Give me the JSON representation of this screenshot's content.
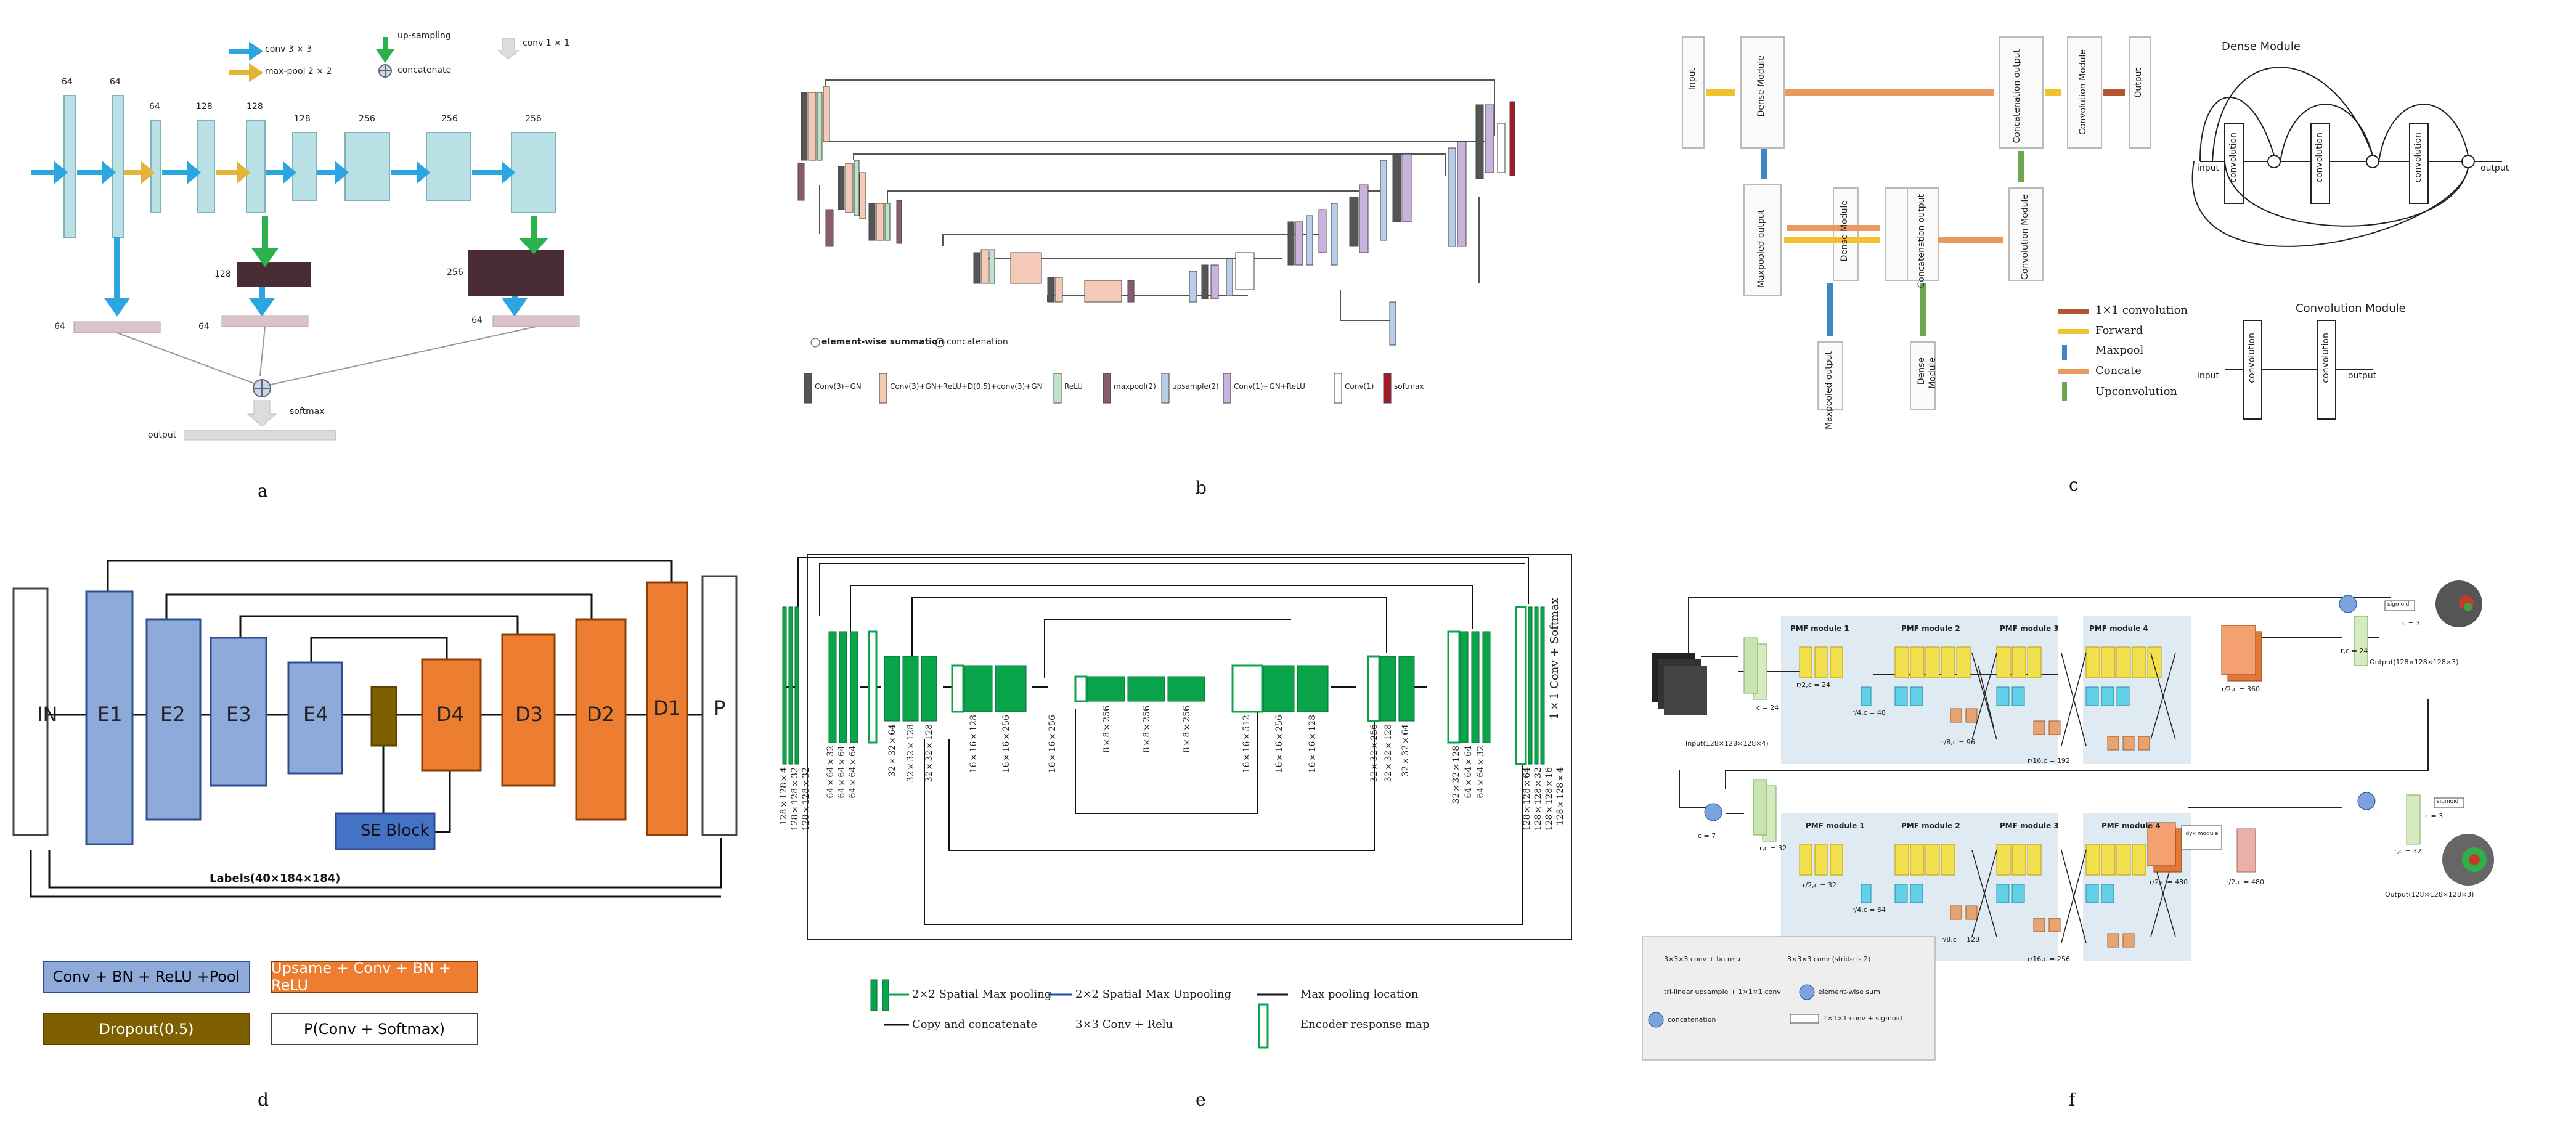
{
  "captions": [
    "a",
    "b",
    "c",
    "d",
    "e",
    "f"
  ],
  "panel_a": {
    "legend": {
      "conv": "conv 3 × 3",
      "maxpool": "max-pool 2 × 2",
      "upsample": "up-sampling",
      "concat": "concatenate",
      "conv1": "conv 1 × 1"
    },
    "channels": [
      "64",
      "64",
      "64",
      "128",
      "128",
      "128",
      "256",
      "256",
      "256"
    ],
    "side_labels": {
      "mid_left": "128",
      "mid_right": "256",
      "b1": "64",
      "b2": "64",
      "b3": "64"
    },
    "softmax": "softmax",
    "output": "output",
    "colors": {
      "block": "#b9e0e4",
      "conv_arrow": "#2ca6e0",
      "pool_arrow": "#e2b43a",
      "up_arrow": "#2bb24c",
      "dark": "#4a2c36",
      "pink": "#d9c2c9"
    }
  },
  "panel_b": {
    "legend_top": {
      "sum": "element-wise summation",
      "cat": "concatenation"
    },
    "legend_bottom": [
      "Conv(3)+GN",
      "Conv(3)+GN+ReLU+D(0.5)+conv(3)+GN",
      "ReLU",
      "maxpool(2)",
      "upsample(2)",
      "Conv(1)+GN+ReLU",
      "Conv(1)",
      "softmax"
    ],
    "legend_colors": [
      "#555555",
      "#f4c9b5",
      "#bfe3c7",
      "#8a5a6e",
      "#b9cde8",
      "#c9b3de",
      "#ffffff",
      "#a31b2b"
    ]
  },
  "panel_c": {
    "boxes": {
      "input": "Input",
      "dense1": "Dense Module",
      "concat_top": "Concatenation output",
      "conv_top": "Convolution Module",
      "output": "Output",
      "maxpool_out": "Maxpooled output",
      "dense2": "Dense Module",
      "concat_mid": "Concatenation output",
      "conv_mid": "Convolution Module",
      "maxpool_out2": "Maxpooled output",
      "dense_small": "Dense",
      "module_small": "Module"
    },
    "dense_title": "Dense Module",
    "dense_input": "input",
    "dense_output": "output",
    "convolution": "convolution",
    "conv_title": "Convolution Module",
    "conv_input": "input",
    "conv_output": "output",
    "legend": [
      "1×1 convolution",
      "Forward",
      "Maxpool",
      "Concate",
      "Upconvolution"
    ],
    "legend_colors": [
      "#b5552e",
      "#f2c12e",
      "#3f86c8",
      "#e99a5e",
      "#6aa84f"
    ]
  },
  "panel_d": {
    "blocks": [
      "IN",
      "E1",
      "E2",
      "E3",
      "E4",
      "D4",
      "D3",
      "D2",
      "D1",
      "P"
    ],
    "se": "SE Block",
    "labels": "Labels(40×184×184)",
    "legend": [
      "Conv + BN + ReLU +Pool",
      "Upsame + Conv + BN + ReLU",
      "Dropout(0.5)",
      "P(Conv + Softmax)"
    ],
    "colors": {
      "enc": "#8eaadb",
      "dec": "#ed7d31",
      "drop": "#7f6000",
      "se": "#4472c4"
    }
  },
  "panel_e": {
    "dims": [
      "128×128×4",
      "128×128×32",
      "128×128×32",
      "64×64×32",
      "64×64×64",
      "64×64×64",
      "32×32×64",
      "32×32×128",
      "32×32×128",
      "16×16×128",
      "16×16×256",
      "16×16×256",
      "8×8×256",
      "8×8×256",
      "8×8×256",
      "16×16×512",
      "16×16×256",
      "16×16×128",
      "32×32×256",
      "32×32×128",
      "32×32×64",
      "32×32×128",
      "64×64×64",
      "64×64×32",
      "128×128×64",
      "128×128×32",
      "128×128×16",
      "128×128×4"
    ],
    "final": "1×1 Conv + Softmax",
    "legend": [
      "2×2 Spatial Max pooling",
      "2×2 Spatial Max Unpooling",
      "Max pooling location",
      "Copy and concatenate",
      "3×3 Conv + Relu",
      "Encoder response map"
    ],
    "color": "#0aa54a"
  },
  "panel_f": {
    "pmf_top": [
      "PMF module 1",
      "PMF module 2",
      "PMF module 3",
      "PMF module 4"
    ],
    "pmf_bottom": [
      "PMF module 1",
      "PMF module 2",
      "PMF module 3",
      "PMF module 4"
    ],
    "top_labels": {
      "c24": "c = 24",
      "r2c24": "r/2,c = 24",
      "r4c48": "r/4,c = 48",
      "r8c96": "r/8,c = 96",
      "r16c192": "r/16,c = 192",
      "r2c360": "r/2,c = 360",
      "rc24": "r,c = 24",
      "c3": "c = 3",
      "sig": "sigmoid",
      "input": "Input(128×128×128×4)",
      "output": "Output(128×128×128×3)"
    },
    "bottom_labels": {
      "c7": "c = 7",
      "rc32": "r,c = 32",
      "r2c32": "r/2,c = 32",
      "r4c64": "r/4,c = 64",
      "r8c128": "r/8,c = 128",
      "r16c256": "r/16,c = 256",
      "r2c480": "r/2,c = 480",
      "r2c480b": "r/2,c = 480",
      "c3": "c = 3",
      "sig": "sigmoid",
      "dyx": "dyx module",
      "output": "Output(128×128×128×3)"
    },
    "legend": [
      "3×3×3 conv + bn relu",
      "3×3×3 conv (stride is 2)",
      "tri-linear upsample + 1×1×1 conv",
      "element-wise sum",
      "concatenation",
      "1×1×1 conv + sigmoid"
    ]
  }
}
